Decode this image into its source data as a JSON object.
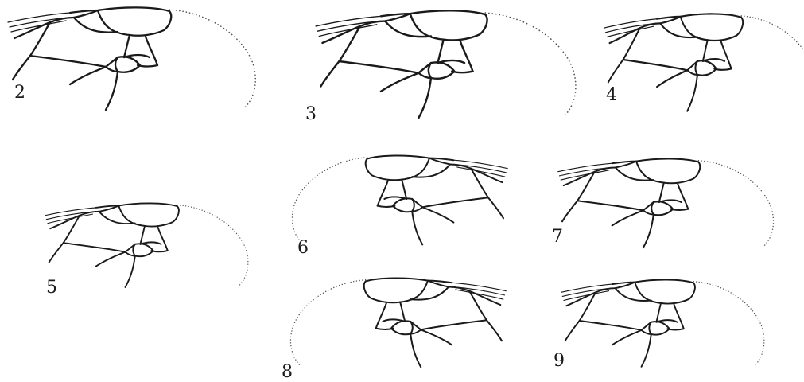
{
  "plate": {
    "figures": [
      {
        "label": "2",
        "orientation": "right"
      },
      {
        "label": "3",
        "orientation": "right"
      },
      {
        "label": "4",
        "orientation": "right"
      },
      {
        "label": "5",
        "orientation": "right"
      },
      {
        "label": "6",
        "orientation": "left"
      },
      {
        "label": "7",
        "orientation": "right"
      },
      {
        "label": "8",
        "orientation": "left"
      },
      {
        "label": "9",
        "orientation": "right"
      }
    ]
  }
}
